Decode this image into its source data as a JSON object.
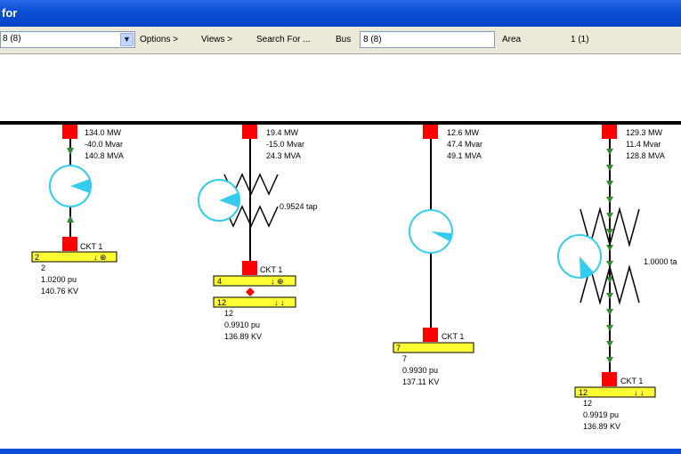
{
  "window": {
    "title": "for"
  },
  "toolbar": {
    "bus_combo_value": "8 (8)",
    "options_label": "Options >",
    "views_label": "Views >",
    "search_label": "Search For ...",
    "bus_label": "Bus",
    "bus_field_value": "8 (8)",
    "area_label": "Area",
    "area_value": "1 (1)"
  },
  "diagram": {
    "branches": [
      {
        "flow": [
          "134.0 MW",
          "-40.0 Mvar",
          "140.8 MVA"
        ],
        "ckt": "CKT 1",
        "bus_bar": "2",
        "bus_name": "2",
        "voltage_pu": "1.0200 pu",
        "voltage_kv": "140.76 KV"
      },
      {
        "flow": [
          "19.4 MW",
          "-15.0 Mvar",
          "24.3 MVA"
        ],
        "tap": "0.9524 tap",
        "ckt": "CKT 1",
        "bus_bar": "4",
        "bus_bar2": "12",
        "bus_name": "12",
        "voltage_pu": "0.9910 pu",
        "voltage_kv": "136.89 KV"
      },
      {
        "flow": [
          "12.6 MW",
          "47.4 Mvar",
          "49.1 MVA"
        ],
        "ckt": "CKT 1",
        "bus_bar": "7",
        "bus_name": "7",
        "voltage_pu": "0.9930 pu",
        "voltage_kv": "137.11 KV"
      },
      {
        "flow": [
          "129.3 MW",
          "11.4 Mvar",
          "128.8 MVA"
        ],
        "tap": "1.0000 ta",
        "ckt": "CKT 1",
        "bus_bar": "12",
        "bus_name": "12",
        "voltage_pu": "0.9919 pu",
        "voltage_kv": "136.89 KV"
      }
    ]
  },
  "colors": {
    "breaker": "#ff0000",
    "bus_bar": "#ffff33",
    "meter": "#33ccee",
    "flow_arrow": "#2e8b2e"
  }
}
